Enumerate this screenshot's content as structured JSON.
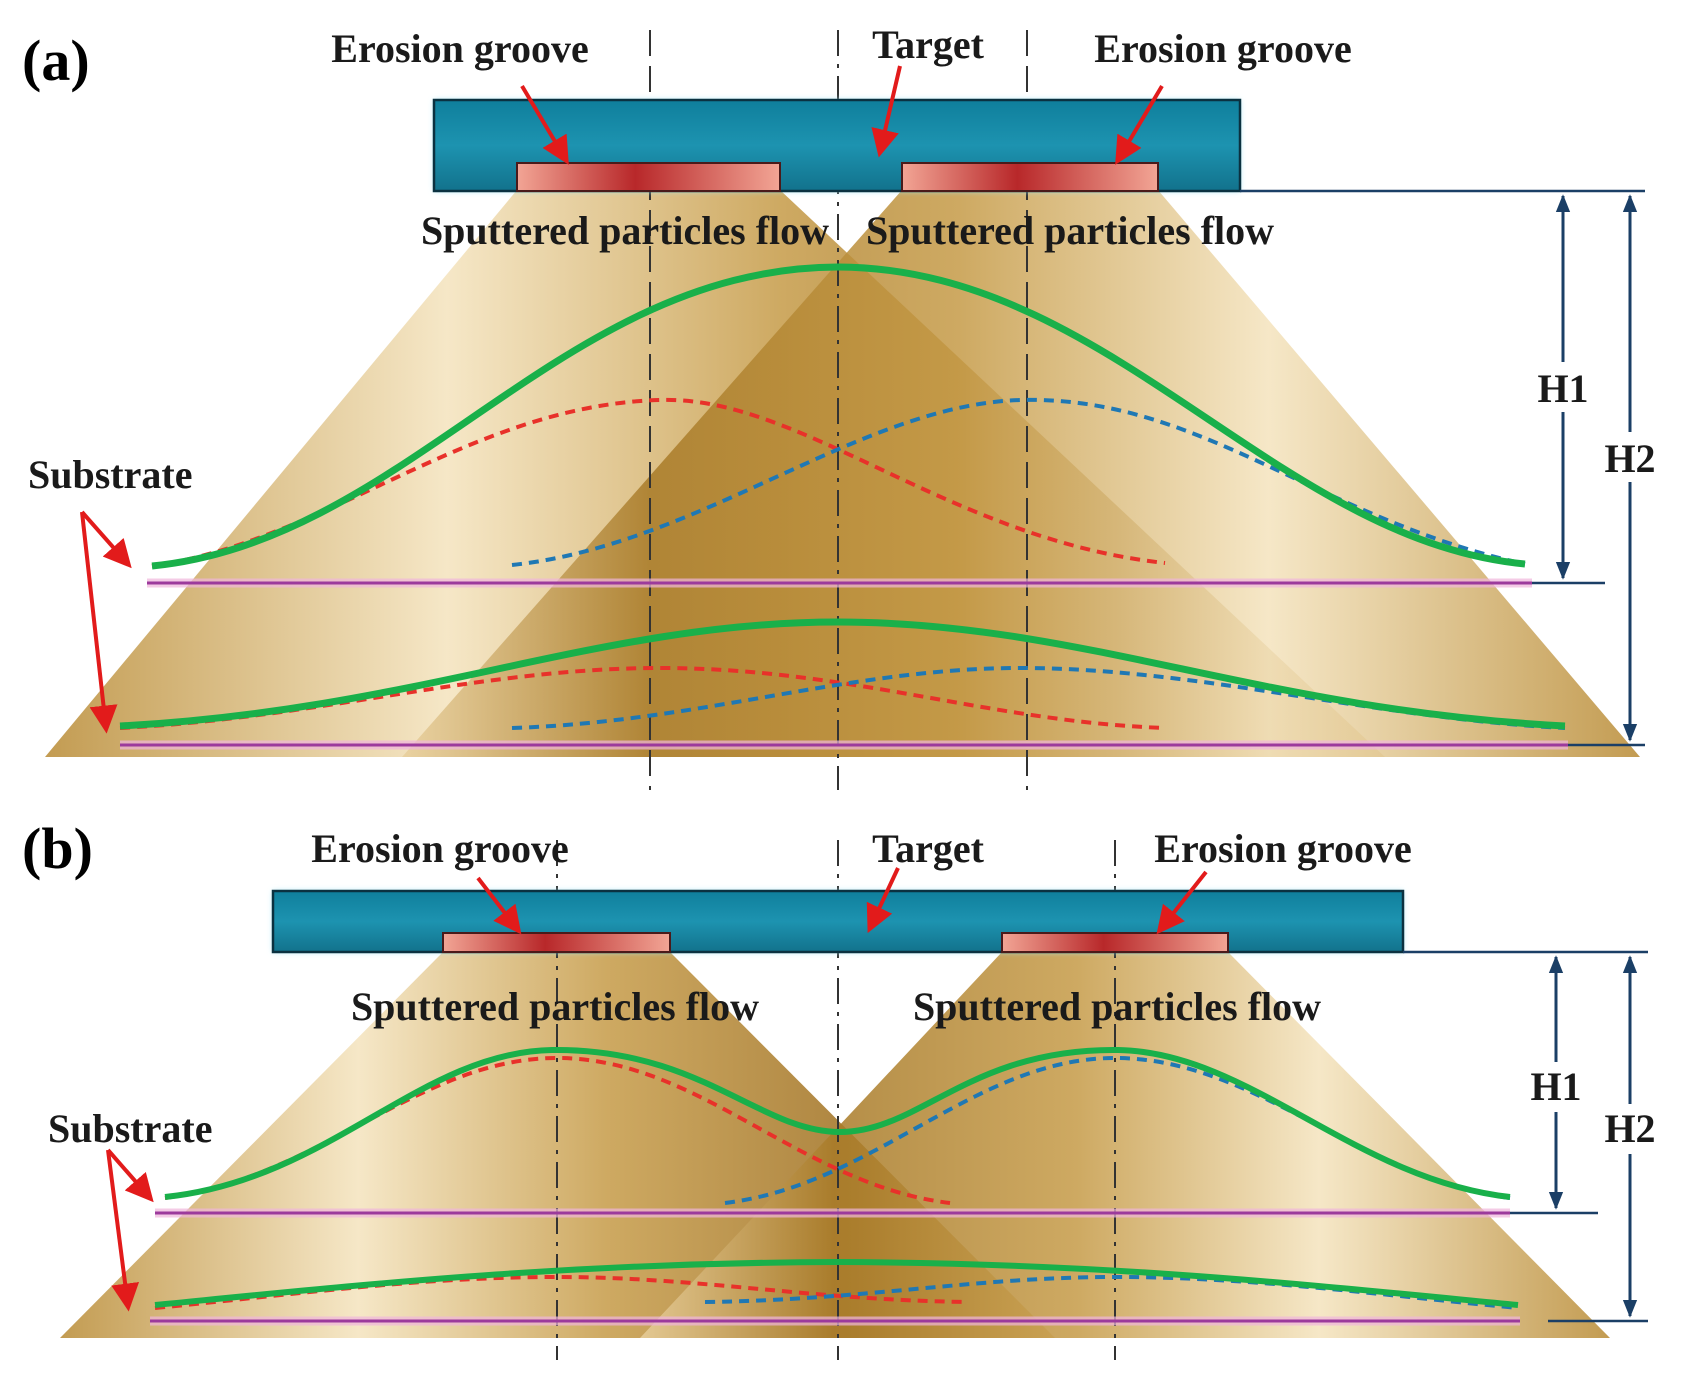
{
  "panels": [
    {
      "id": "a",
      "panel_label": "(a)",
      "erosion_groove_left": "Erosion groove",
      "erosion_groove_right": "Erosion groove",
      "target": "Target",
      "flow_left": "Sputtered particles flow",
      "flow_right": "Sputtered particles flow",
      "substrate": "Substrate",
      "h1": "H1",
      "h2": "H2"
    },
    {
      "id": "b",
      "panel_label": "(b)",
      "erosion_groove_left": "Erosion groove",
      "erosion_groove_right": "Erosion groove",
      "target": "Target",
      "flow_left": "Sputtered particles flow",
      "flow_right": "Sputtered particles flow",
      "substrate": "Substrate",
      "h1": "H1",
      "h2": "H2"
    }
  ],
  "colors": {
    "target_fill": "#1a8aa6",
    "groove_fill": "#e06a5a",
    "flow_gold": "#c9a24e",
    "substrate_line": "#9c3a9c",
    "total_curve": "#19b04a",
    "left_groove_curve": "#e8312a",
    "right_groove_curve": "#1f78b4",
    "annotation_arrow": "#e21b1b",
    "dimension_line": "#1b3f66"
  },
  "legend_semantics": {
    "solid_green": "total deposition profile",
    "dashed_red": "contribution from left erosion groove",
    "dashed_blue": "contribution from right erosion groove"
  }
}
